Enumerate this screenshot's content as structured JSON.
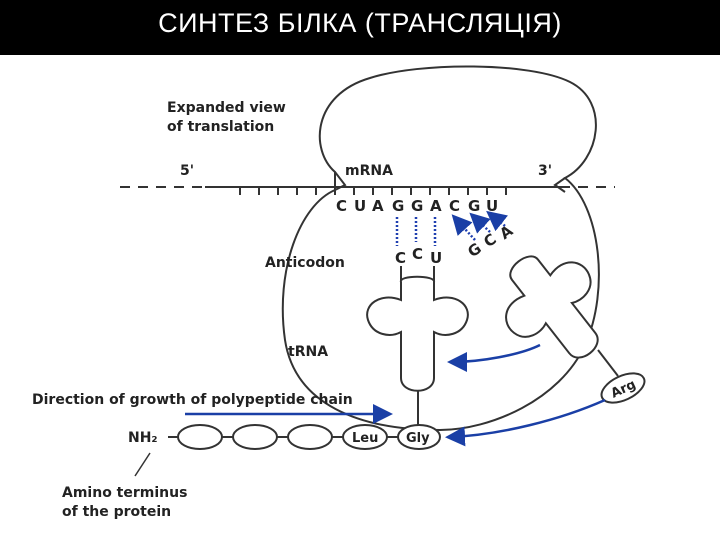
{
  "slide": {
    "title": "СИНТЕЗ БІЛКА (ТРАНСЛЯЦІЯ)"
  },
  "diagram": {
    "expanded_view_line1": "Expanded view",
    "expanded_view_line2": "of translation",
    "five_prime": "5'",
    "three_prime": "3'",
    "mrna_label": "mRNA",
    "codon_bases": [
      "C",
      "U",
      "A",
      "G",
      "G",
      "A",
      "C",
      "G",
      "U"
    ],
    "anticodon_label": "Anticodon",
    "anticodon_bases": [
      "C",
      "C",
      "U"
    ],
    "incoming_anticodon_bases": [
      "G",
      "C",
      "A"
    ],
    "trna_label": "tRNA",
    "direction_label": "Direction of growth of polypeptide chain",
    "nh2_label": "NH₂",
    "amino_acids": [
      "Leu",
      "Gly"
    ],
    "incoming_amino_acid": "Arg",
    "amino_terminus_line1": "Amino terminus",
    "amino_terminus_line2": "of the protein",
    "colors": {
      "arrow": "#1a3fa6",
      "dotted_pair": "#1f3fb0",
      "ink": "#222222"
    }
  }
}
